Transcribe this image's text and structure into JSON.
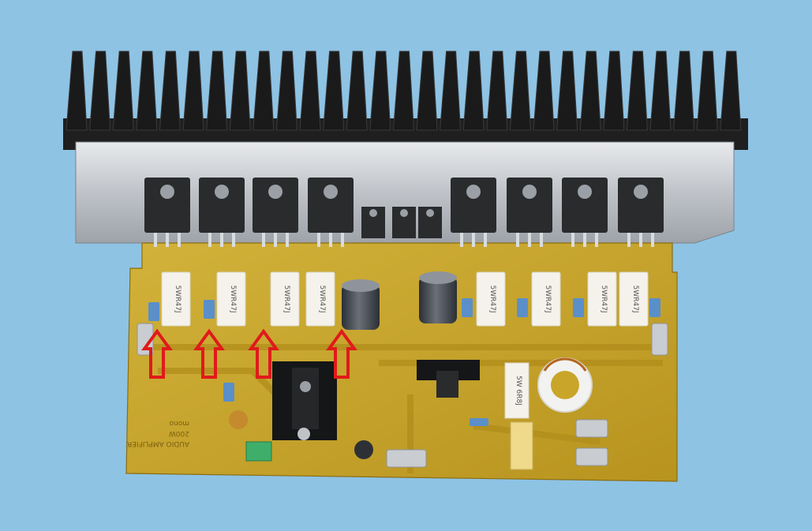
{
  "colors": {
    "background": "#8ec3e4",
    "heatsink": "#1c1c1c",
    "bracket": "#c9ccd0",
    "pcb": "#c9a52a",
    "transistor": "#2a2b2d",
    "resistor_body": "#f4f2ea",
    "capacitor_blue": "#5a8fc9",
    "arrow": "#e01a1a"
  },
  "power_resistors": [
    {
      "label": "5WR47J"
    },
    {
      "label": "5WR47J"
    },
    {
      "label": "5WR47J"
    },
    {
      "label": "5WR47J"
    },
    {
      "label": "5WR47J"
    },
    {
      "label": "5WR47J"
    },
    {
      "label": "5WR47J"
    },
    {
      "label": "5WR47J"
    }
  ],
  "large_resistor": {
    "label": "5W 6R8J"
  },
  "silkscreen": {
    "lines": [
      "AUDIO AMPLIFIER",
      "200W",
      "mono"
    ]
  },
  "highlight_arrows": 4
}
